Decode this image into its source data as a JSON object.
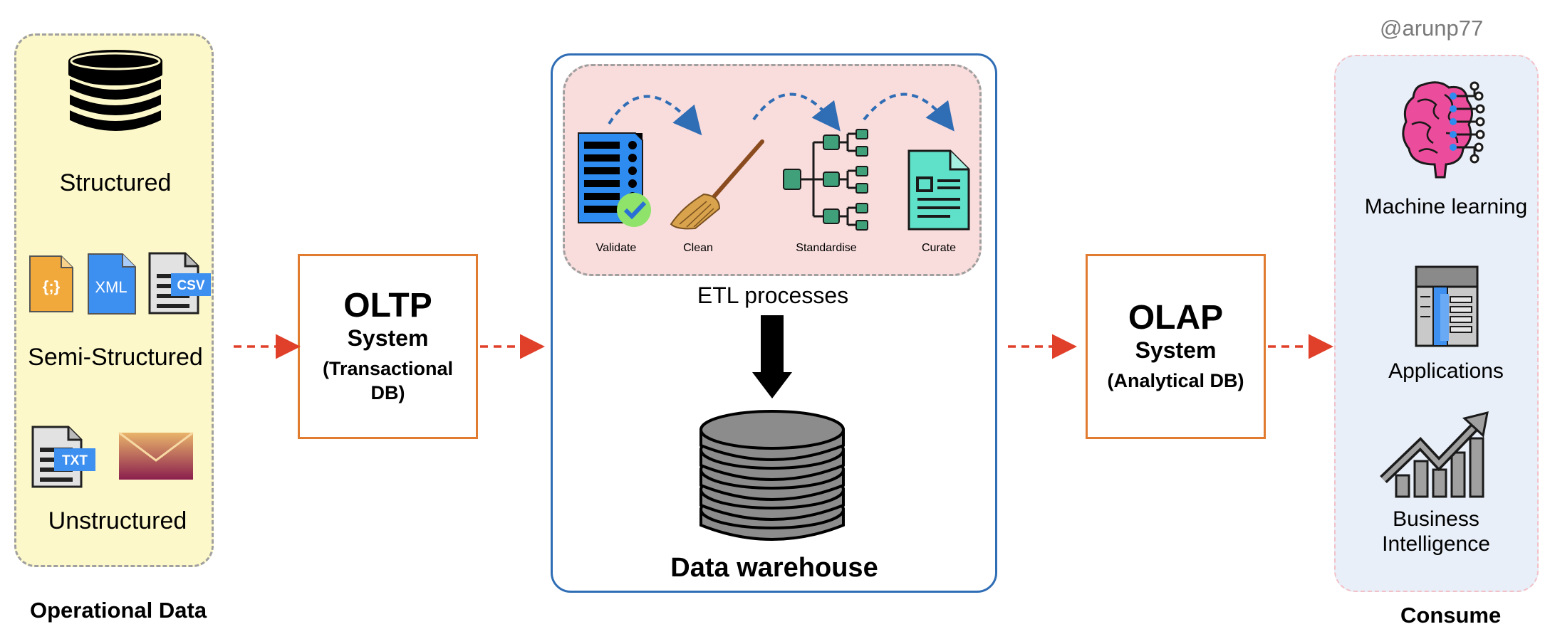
{
  "handle": "@arunp77",
  "operational": {
    "title": "Operational Data",
    "structured_label": "Structured",
    "semi_structured_label": "Semi-Structured",
    "unstructured_label": "Unstructured",
    "file_badges": {
      "json": "{;}",
      "xml": "XML",
      "csv": "CSV",
      "txt": "TXT"
    }
  },
  "oltp": {
    "title": "OLTP",
    "subtitle": "System",
    "description_line1": "(Transactional",
    "description_line2": "DB)"
  },
  "etl": {
    "steps": [
      "Validate",
      "Clean",
      "Standardise",
      "Curate"
    ],
    "label": "ETL processes"
  },
  "warehouse": {
    "label": "Data warehouse"
  },
  "olap": {
    "title": "OLAP",
    "subtitle": "System",
    "description": "(Analytical DB)"
  },
  "consume": {
    "title": "Consume",
    "items": [
      "Machine learning",
      "Applications",
      "Business",
      "Intelligence"
    ]
  },
  "colors": {
    "arrow_red": "#e0402a",
    "oltp_olap_border": "#e07b2f",
    "warehouse_border": "#2f6db5",
    "etl_bg": "#f9dcdc",
    "operational_bg": "#fdf8c9",
    "consume_bg": "#e9eff8"
  }
}
